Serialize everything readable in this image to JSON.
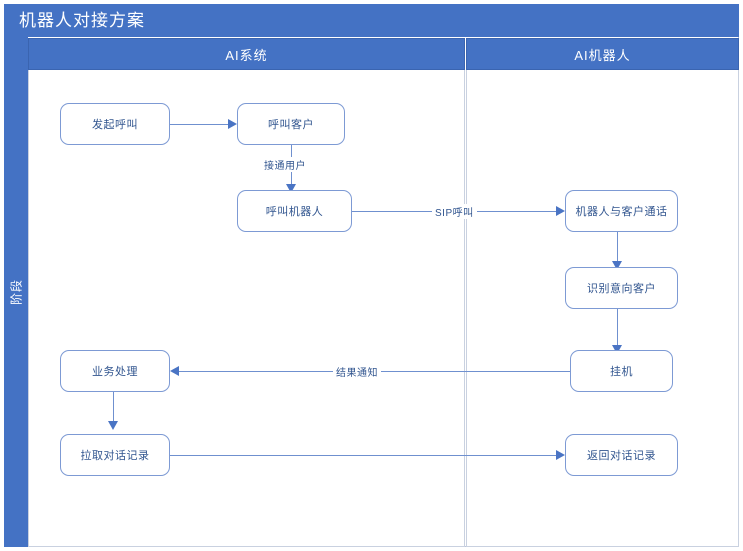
{
  "diagram": {
    "title": "机器人对接方案",
    "phase_label": "阶段",
    "lanes": [
      {
        "id": "ai-system",
        "label": "AI系统"
      },
      {
        "id": "ai-robot",
        "label": "AI机器人"
      }
    ],
    "nodes": [
      {
        "id": "initiate-call",
        "label": "发起呼叫",
        "lane": "ai-system"
      },
      {
        "id": "call-customer",
        "label": "呼叫客户",
        "lane": "ai-system"
      },
      {
        "id": "call-robot",
        "label": "呼叫机器人",
        "lane": "ai-system"
      },
      {
        "id": "business-process",
        "label": "业务处理",
        "lane": "ai-system"
      },
      {
        "id": "pull-dialog-record",
        "label": "拉取对话记录",
        "lane": "ai-system"
      },
      {
        "id": "robot-talk",
        "label": "机器人与客户通话",
        "lane": "ai-robot"
      },
      {
        "id": "identify-intent",
        "label": "识别意向客户",
        "lane": "ai-robot"
      },
      {
        "id": "hang-up",
        "label": "挂机",
        "lane": "ai-robot"
      },
      {
        "id": "return-dialog-record",
        "label": "返回对话记录",
        "lane": "ai-robot"
      }
    ],
    "edges": [
      {
        "id": "e1",
        "from": "initiate-call",
        "to": "call-customer",
        "label": ""
      },
      {
        "id": "e2",
        "from": "call-customer",
        "to": "call-robot",
        "label": "接通用户"
      },
      {
        "id": "e3",
        "from": "call-robot",
        "to": "robot-talk",
        "label": "SIP呼叫"
      },
      {
        "id": "e4",
        "from": "robot-talk",
        "to": "identify-intent",
        "label": ""
      },
      {
        "id": "e5",
        "from": "identify-intent",
        "to": "hang-up",
        "label": ""
      },
      {
        "id": "e6",
        "from": "hang-up",
        "to": "business-process",
        "label": "结果通知"
      },
      {
        "id": "e7",
        "from": "business-process",
        "to": "pull-dialog-record",
        "label": ""
      },
      {
        "id": "e8",
        "from": "pull-dialog-record",
        "to": "return-dialog-record",
        "label": ""
      }
    ],
    "colors": {
      "header_blue": "#4472C4",
      "node_border": "#7D9AD4",
      "node_text": "#31558F",
      "connector": "#6F90CF",
      "arrow": "#4A74C4",
      "frame_border": "#B9C4DA"
    }
  }
}
